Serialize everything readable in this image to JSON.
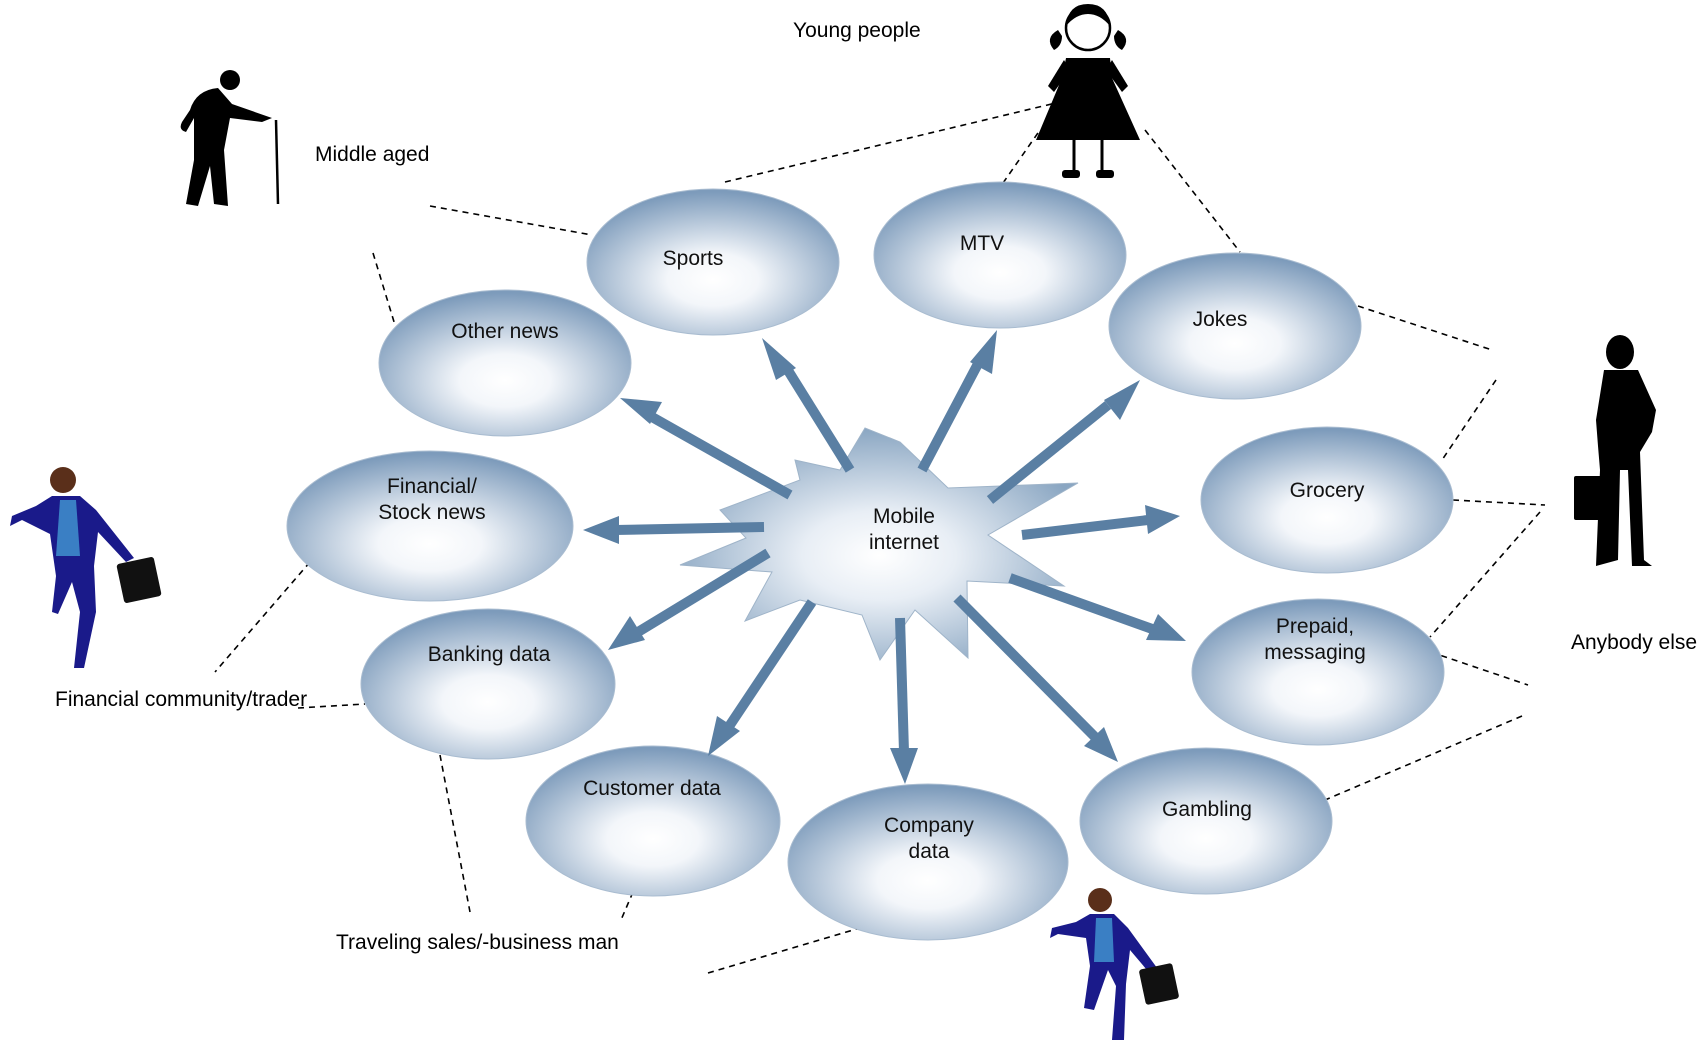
{
  "center": {
    "label": "Mobile\ninternet"
  },
  "topics": {
    "sports": "Sports",
    "mtv": "MTV",
    "jokes": "Jokes",
    "other_news": "Other news",
    "grocery": "Grocery",
    "financial": "Financial/\nStock news",
    "prepaid": "Prepaid,\nmessaging",
    "banking": "Banking data",
    "customer": "Customer data",
    "company": "Company\ndata",
    "gambling": "Gambling"
  },
  "groups": {
    "young": "Young people",
    "middle": "Middle aged",
    "anybody": "Anybody else",
    "financial_community": "Financial community/trader",
    "traveling": "Traveling sales/-business man"
  },
  "icons": {
    "old_man": "elderly-man-with-cane-icon",
    "girl": "girl-icon",
    "businessman": "standing-businessman-icon",
    "runner": "running-businessman-icon"
  },
  "colors": {
    "arrow": "#5a7fa3",
    "ellipse_edge": "#7d9bbb",
    "ellipse_center": "#ffffff",
    "line": "#000000"
  }
}
